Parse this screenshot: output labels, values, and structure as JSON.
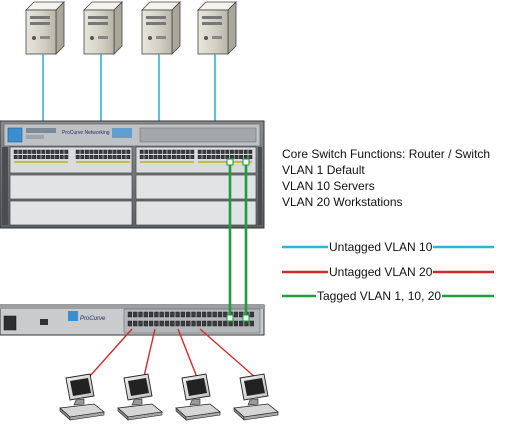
{
  "core_switch": {
    "functions_text": "Core Switch Functions: Router / Switch",
    "vlans": [
      "VLAN 1 Default",
      "VLAN 10 Servers",
      "VLAN 20 Workstations"
    ],
    "brand_label": "ProCurve Networking"
  },
  "access_switch": {
    "brand_label": "ProCurve"
  },
  "legend": [
    {
      "label": "Untagged VLAN 10",
      "color": "#2fb4d8"
    },
    {
      "label": "Untagged VLAN 20",
      "color": "#d02a2a"
    },
    {
      "label": "Tagged VLAN 1, 10, 20",
      "color": "#1e9c3e"
    }
  ],
  "colors": {
    "vlan10": "#2fb4d8",
    "vlan20": "#d02a2a",
    "tagged": "#1e9c3e"
  },
  "servers": [
    {
      "icon": "server-icon"
    },
    {
      "icon": "server-icon"
    },
    {
      "icon": "server-icon"
    },
    {
      "icon": "server-icon"
    }
  ],
  "workstations": [
    {
      "icon": "workstation-icon"
    },
    {
      "icon": "workstation-icon"
    },
    {
      "icon": "workstation-icon"
    },
    {
      "icon": "workstation-icon"
    }
  ]
}
